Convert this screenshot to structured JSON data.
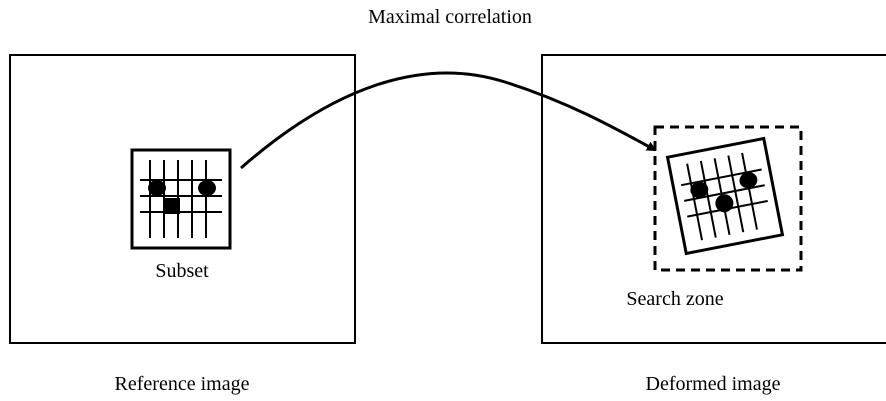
{
  "title": "Maximal correlation",
  "reference_panel": {
    "caption": "Reference image",
    "subset_label": "Subset"
  },
  "deformed_panel": {
    "caption": "Deformed image",
    "search_zone_label": "Search zone"
  },
  "colors": {
    "stroke": "#000000",
    "background": "#ffffff"
  }
}
